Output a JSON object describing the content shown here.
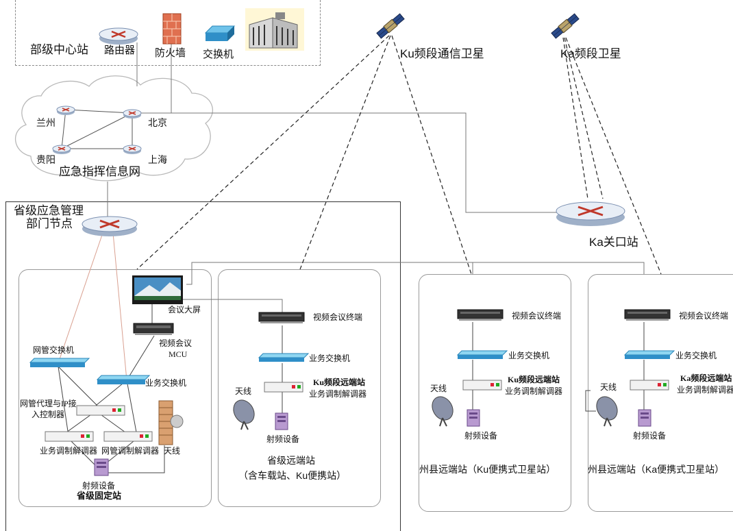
{
  "ministry": {
    "station_label": "部级中心站",
    "router_label": "路由器",
    "firewall_label": "防火墙",
    "switch_label": "交换机"
  },
  "satellites": {
    "ku_label": "Ku频段通信卫星",
    "ka_label": "Ka频段卫星"
  },
  "network": {
    "name": "应急指挥信息网",
    "nodes": [
      "兰州",
      "北京",
      "贵阳",
      "上海"
    ]
  },
  "province_node": {
    "line1": "省级应急管理",
    "line2": "部门节点"
  },
  "ka_gateway": {
    "label": "Ka关口站"
  },
  "fixed_station": {
    "screen_label": "会议大屏",
    "mcu_line1": "视频会议",
    "mcu_line2": "MCU",
    "mgmt_switch_label": "网管交换机",
    "biz_switch_label": "业务交换机",
    "proxy_line1": "网管代理与IP接",
    "proxy_line2": "入控制器",
    "biz_modem_label": "业务调制解调器",
    "mgmt_modem_label": "网管调制解调器",
    "antenna_label": "天线",
    "rf_label": "射频设备",
    "title": "省级固定站"
  },
  "remote_station": {
    "vc_terminal_label": "视频会议终端",
    "biz_switch_label": "业务交换机",
    "modem_line1": "Ku频段远端站",
    "modem_line2": "业务调制解调器",
    "antenna_label": "天线",
    "rf_label": "射频设备",
    "title_line1": "省级远端站",
    "title_line2": "（含车载站、Ku便携站）"
  },
  "county_ku": {
    "vc_terminal_label": "视频会议终端",
    "biz_switch_label": "业务交换机",
    "modem_line1": "Ku频段远端站",
    "modem_line2": "业务调制解调器",
    "antenna_label": "天线",
    "rf_label": "射频设备",
    "title": "州县远端站（Ku便携式卫星站）"
  },
  "county_ka": {
    "vc_terminal_label": "视频会议终端",
    "biz_switch_label": "业务交换机",
    "modem_line1": "Ka频段远端站",
    "modem_line2": "业务调制解调器",
    "antenna_label": "天线",
    "rf_label": "射频设备",
    "title": "州县远端站（Ka便携式卫星站）"
  }
}
